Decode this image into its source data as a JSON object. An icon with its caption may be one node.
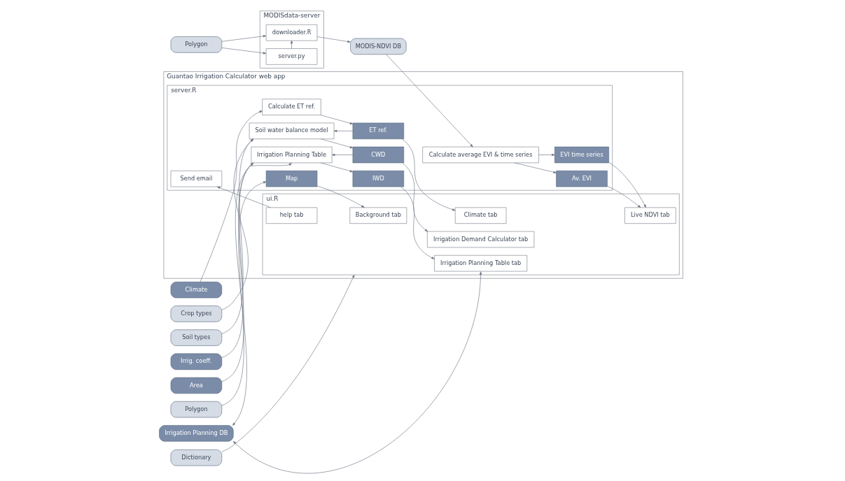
{
  "diagram": {
    "nodes": [
      {
        "text": [
          "Polygon"
        ]
      },
      {
        "text": [
          "MODISdata-server"
        ]
      },
      {
        "text": [
          "server.py"
        ],
        "in": 1
      },
      {
        "text": [
          "downloader.R"
        ],
        "in": 1
      },
      {
        "text": [
          "Dictionary"
        ]
      },
      {
        "text": [
          "Guantao Irrigation Calculator web app"
        ]
      },
      {
        "text": [
          "server.R"
        ],
        "in": 5
      },
      {
        "text": [
          "ui.R"
        ],
        "in": 5
      },
      {
        "text": [
          "Polygon"
        ]
      },
      {
        "text": [
          "Climate"
        ]
      },
      {
        "text": [
          "Crop types"
        ]
      },
      {
        "text": [
          "Soil types"
        ]
      },
      {
        "text": [
          "Irrig. coeff."
        ]
      },
      {
        "text": [
          "Area"
        ]
      },
      {
        "text": [
          "Irrigation Planning DB"
        ]
      },
      {
        "text": [
          "MODIS-NDVI DB"
        ]
      },
      {
        "text": [
          "Calculate ET ref."
        ],
        "in": 6
      },
      {
        "text": [
          "Soil water balance model"
        ],
        "in": 6
      },
      {
        "text": [
          "Irrigation Planning Table"
        ],
        "in": 6
      },
      {
        "text": [
          "Calculate average EVI & time series"
        ],
        "in": 6
      },
      {
        "text": [
          "Send email"
        ],
        "in": 6
      },
      {
        "text": [
          "Map"
        ],
        "in": 6
      },
      {
        "text": [
          "ET ref."
        ],
        "in": 6
      },
      {
        "text": [
          "CWD"
        ],
        "in": 6
      },
      {
        "text": [
          "IWD"
        ],
        "in": 6
      },
      {
        "text": [
          "Av. EVI"
        ],
        "in": 6
      },
      {
        "text": [
          "EVI time series"
        ],
        "in": 6
      },
      {
        "text": [
          "Background tab"
        ],
        "in": 7
      },
      {
        "text": [
          "Climate tab"
        ],
        "in": 7
      },
      {
        "text": [
          "Irrigation Demand Calculator tab"
        ],
        "in": 7
      },
      {
        "text": [
          "Irrigation Planning Table tab"
        ],
        "in": 7
      },
      {
        "text": [
          "Live NDVI tab"
        ],
        "in": 7
      },
      {
        "text": [
          "help tab"
        ],
        "in": 7
      }
    ],
    "edges": [
      {
        "from": 0,
        "to": 2,
        "arrow": "to"
      },
      {
        "from": 0,
        "to": 3,
        "arrow": "to"
      },
      {
        "from": 2,
        "to": 3,
        "arrow": "to"
      },
      {
        "from": 3,
        "to": 15,
        "arrow": "to"
      },
      {
        "from": 4,
        "to": 7,
        "arrow": "to"
      },
      {
        "from": 8,
        "to": 21,
        "arrow": "to"
      },
      {
        "from": 9,
        "to": 16,
        "arrow": "to"
      },
      {
        "from": 16,
        "to": 22,
        "arrow": "to"
      },
      {
        "from": 22,
        "to": 17,
        "arrow": "to"
      },
      {
        "from": 10,
        "to": 17,
        "arrow": "to"
      },
      {
        "from": 11,
        "to": 17,
        "arrow": "to"
      },
      {
        "from": 21,
        "to": 27,
        "arrow": "to"
      },
      {
        "from": 22,
        "to": 28,
        "arrow": "to"
      },
      {
        "from": 17,
        "to": 23,
        "arrow": "to"
      },
      {
        "from": 23,
        "to": 29,
        "arrow": "to"
      },
      {
        "from": 23,
        "to": 18,
        "arrow": "to"
      },
      {
        "from": 12,
        "to": 18,
        "arrow": "to"
      },
      {
        "from": 13,
        "to": 18,
        "arrow": "to"
      },
      {
        "from": 18,
        "to": 24,
        "arrow": "to"
      },
      {
        "from": 24,
        "to": 30,
        "arrow": "to"
      },
      {
        "from": 18,
        "to": 14,
        "arrow": "both"
      },
      {
        "from": 30,
        "to": 14,
        "arrow": "both"
      },
      {
        "from": 15,
        "to": 19,
        "arrow": "to"
      },
      {
        "from": 19,
        "to": 25,
        "arrow": "to"
      },
      {
        "from": 19,
        "to": 26,
        "arrow": "to"
      },
      {
        "from": 25,
        "to": 31,
        "arrow": "to"
      },
      {
        "from": 26,
        "to": 31,
        "arrow": "to"
      },
      {
        "from": 32,
        "to": 20,
        "arrow": "to"
      }
    ]
  }
}
